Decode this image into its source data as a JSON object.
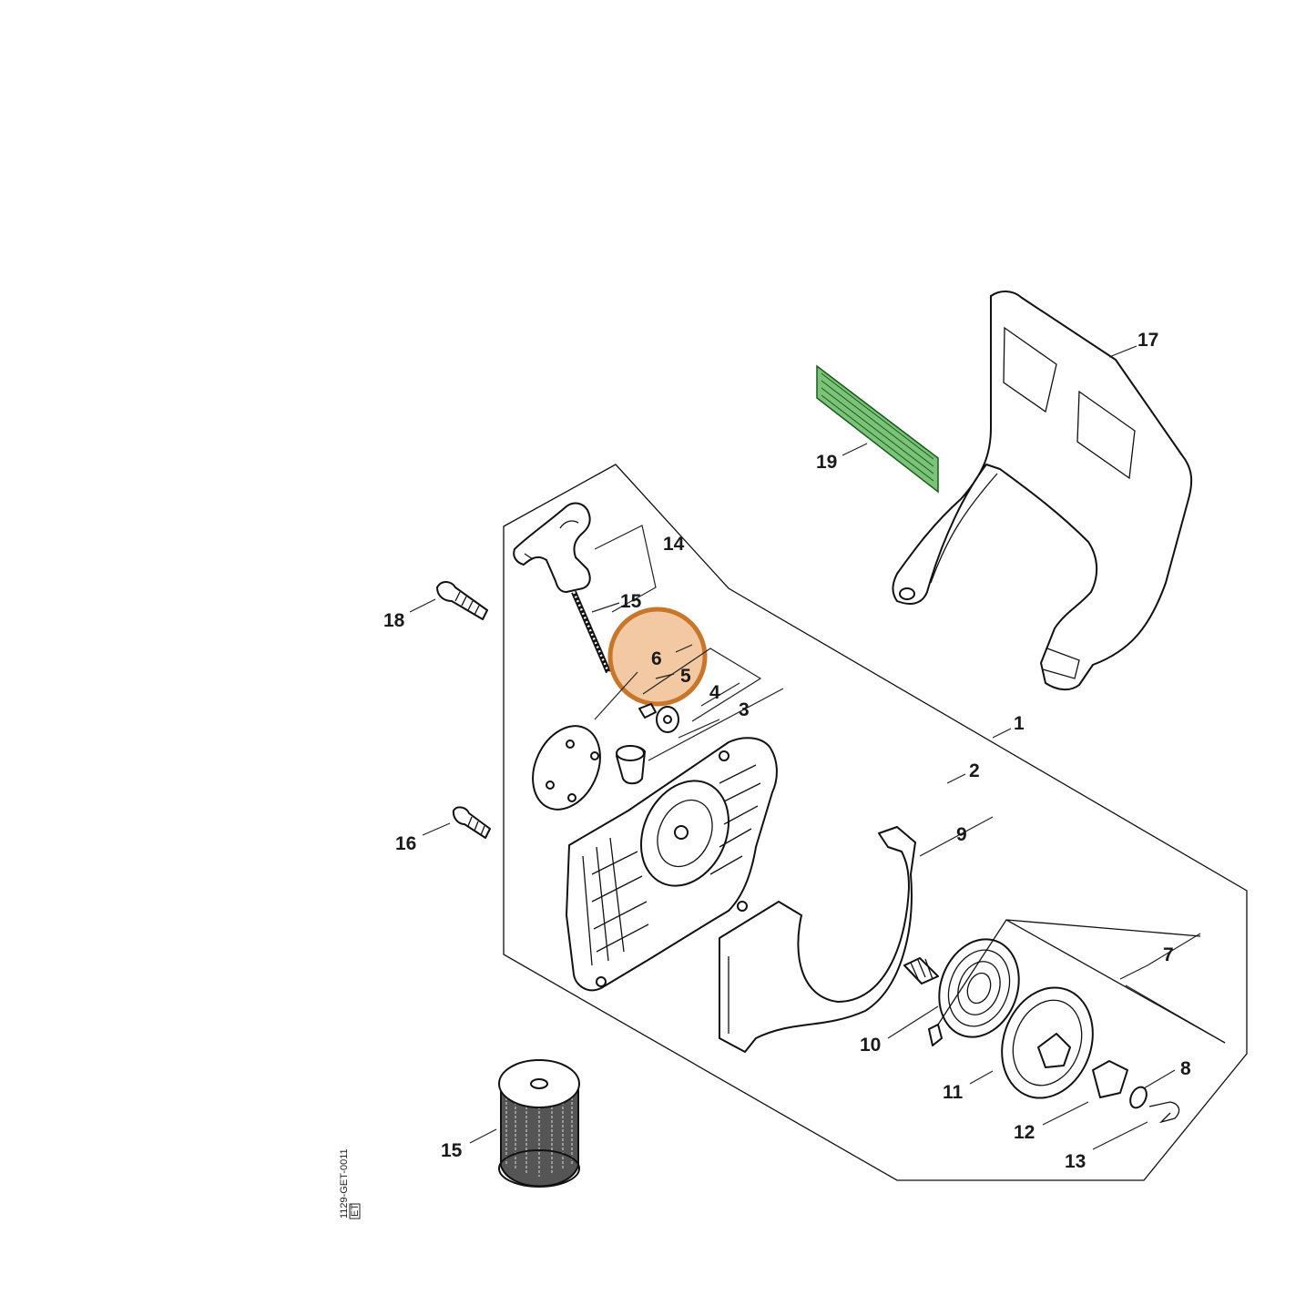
{
  "diagram": {
    "highlight_color": "#C8762A",
    "highlight_fill": "#F2C9A2",
    "label_highlight_color": "#7BC27B",
    "drawing_code": "1129-GET-0011",
    "drawing_code_sub": "ET",
    "labels": {
      "l1": "1",
      "l2": "2",
      "l3": "3",
      "l4": "4",
      "l5": "5",
      "l6": "6",
      "l7": "7",
      "l8": "8",
      "l9": "9",
      "l10": "10",
      "l11": "11",
      "l12": "12",
      "l13": "13",
      "l14": "14",
      "l15a": "15",
      "l15b": "15",
      "l16": "16",
      "l17": "17",
      "l18": "18",
      "l19": "19"
    }
  }
}
